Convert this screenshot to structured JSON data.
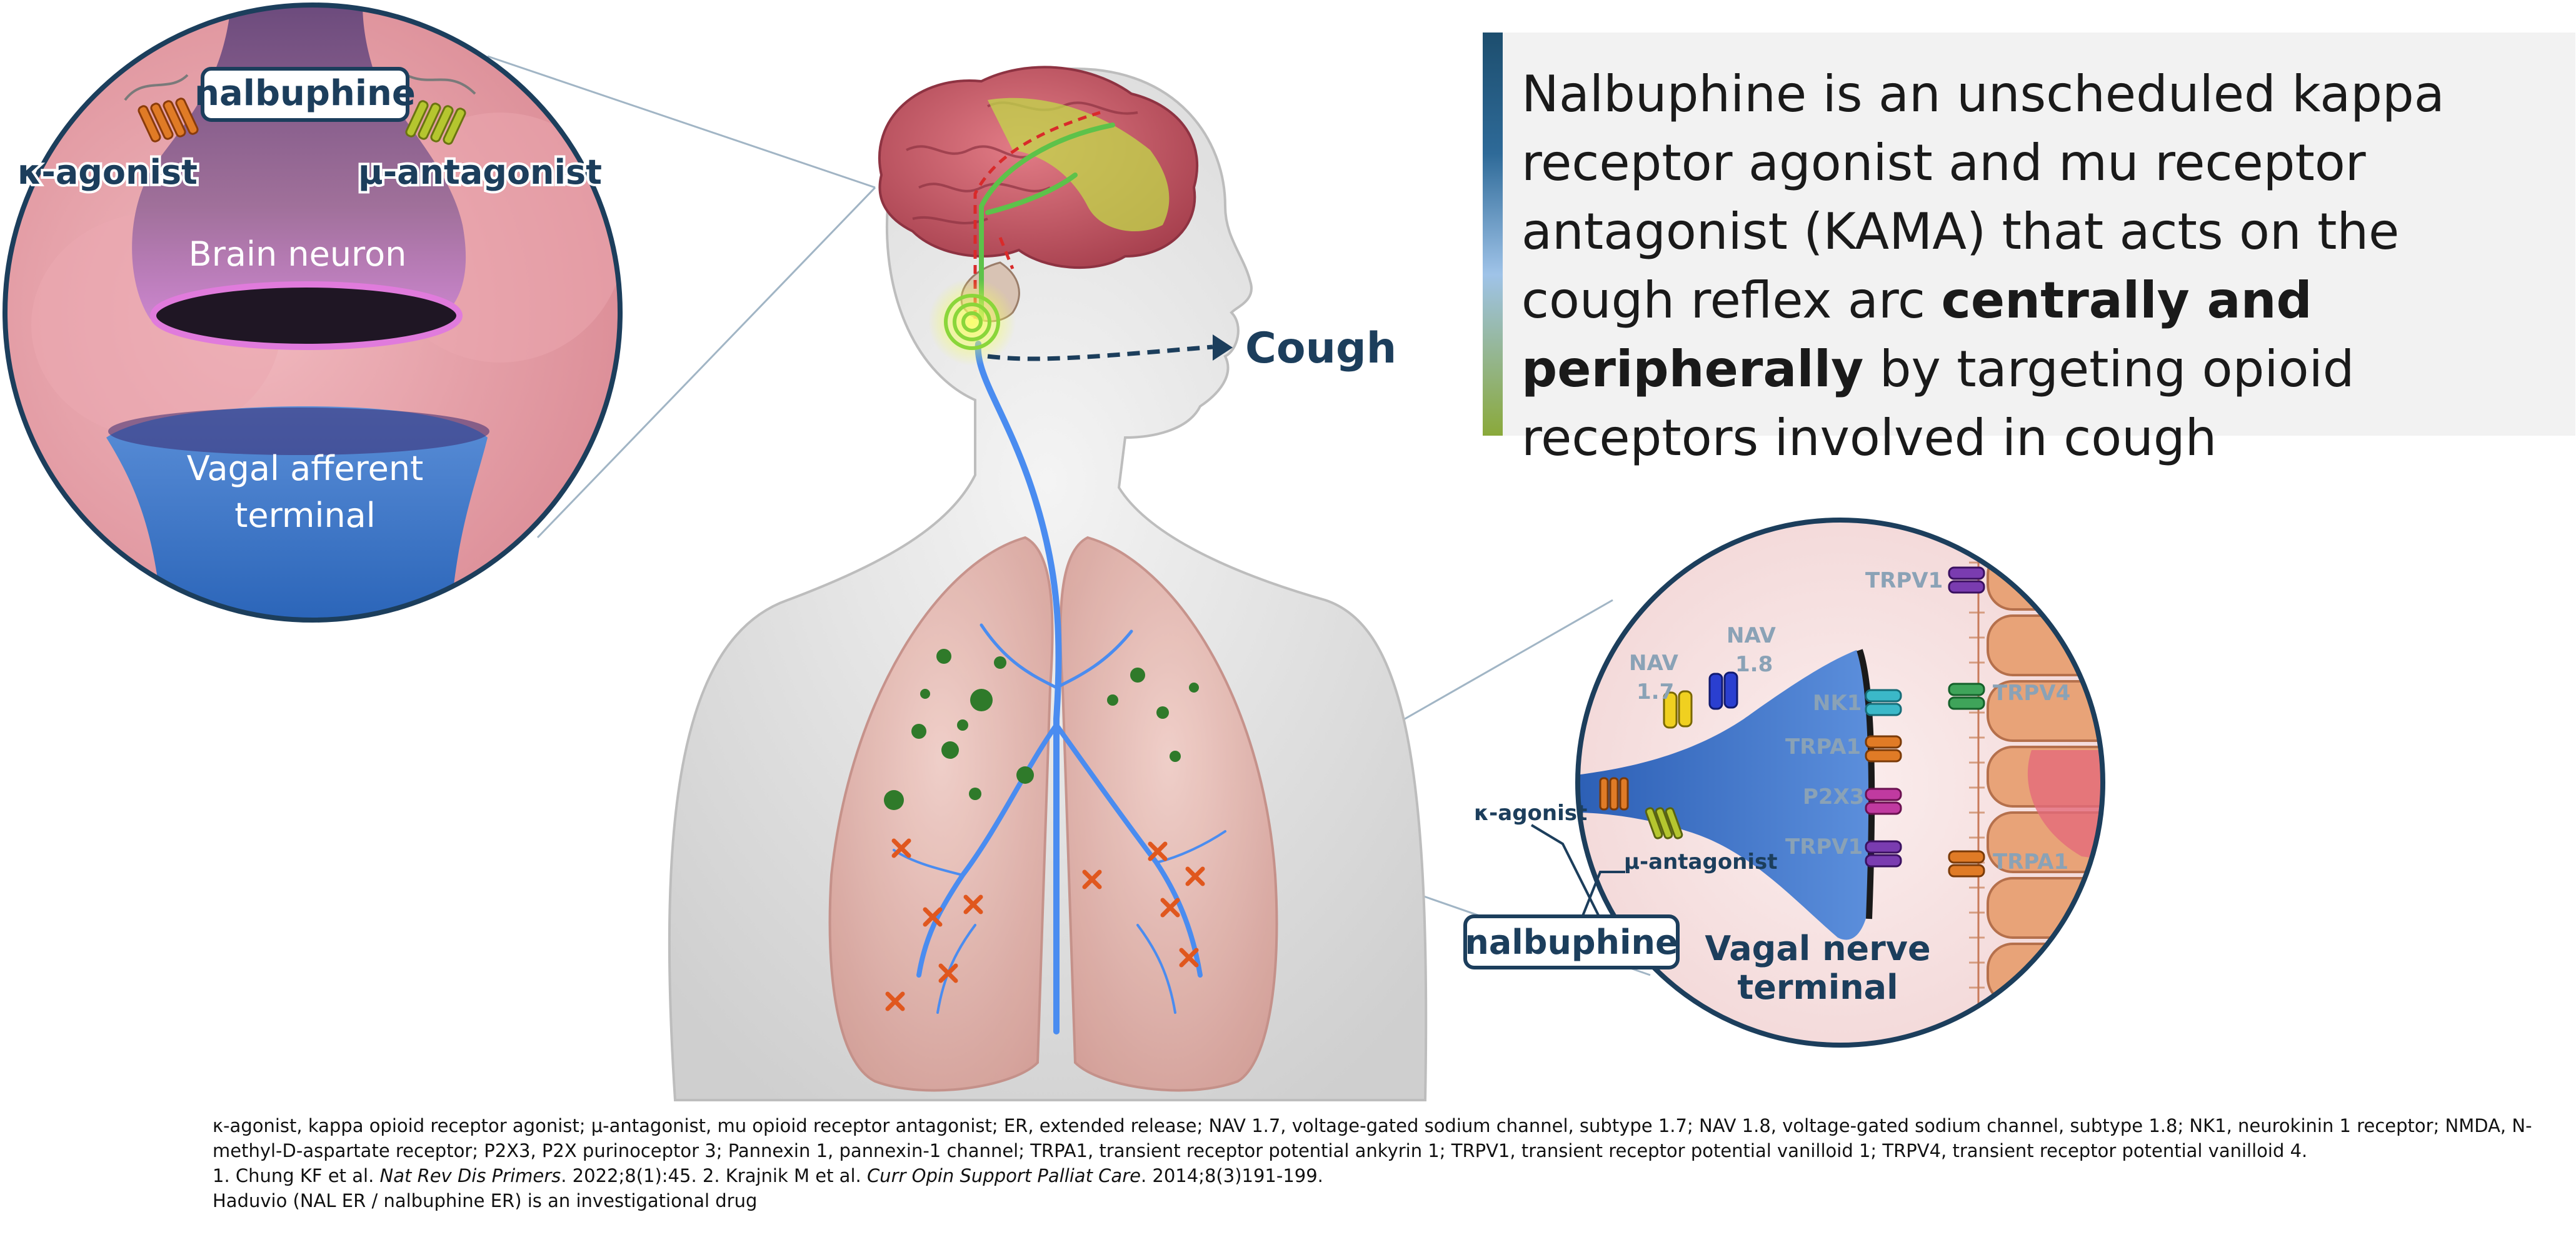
{
  "headline": {
    "part1": "Nalbuphine is an unscheduled kappa receptor agonist and mu receptor antagonist (KAMA) that acts on the cough reflex arc ",
    "bold": "centrally and peripherally",
    "part2": " by targeting opioid receptors involved in cough"
  },
  "brain_inset": {
    "drug_label": "nalbuphine",
    "kappa_label": "κ-agonist",
    "mu_label": "μ-antagonist",
    "neuron_label": "Brain neuron",
    "afferent_line1": "Vagal afferent",
    "afferent_line2": "terminal"
  },
  "body": {
    "cough_label": "Cough"
  },
  "vagal_inset": {
    "nav17_line1": "NAV",
    "nav17_line2": "1.7",
    "nav18_line1": "NAV",
    "nav18_line2": "1.8",
    "nk1": "NK1",
    "trpa1_inner": "TRPA1",
    "p2x3": "P2X3",
    "trpv1_inner": "TRPV1",
    "trpv1_outer": "TRPV1",
    "trpv4_outer": "TRPV4",
    "trpa1_outer": "TRPA1",
    "terminal_line1": "Vagal nerve",
    "terminal_line2": "terminal",
    "kappa_label": "κ-agonist",
    "mu_label": "μ-antagonist",
    "drug_label": "nalbuphine"
  },
  "footnotes": {
    "abbreviations": "κ-agonist, kappa opioid receptor agonist; μ-antagonist, mu opioid receptor antagonist; ER, extended release; NAV 1.7, voltage-gated sodium channel, subtype 1.7; NAV 1.8, voltage-gated sodium channel, subtype 1.8; NK1, neurokinin 1 receptor; NMDA, N-methyl-D-aspartate receptor; P2X3, P2X purinoceptor 3; Pannexin 1, pannexin-1 channel; TRPA1, transient receptor potential ankyrin 1; TRPV1, transient receptor potential vanilloid 1; TRPV4, transient receptor potential vanilloid 4.",
    "ref1_pre": "1. Chung KF et al. ",
    "ref1_journal": "Nat Rev Dis Primers",
    "ref1_post": ". 2022;8(1):45. 2. Krajnik M et al. ",
    "ref2_journal": "Curr Opin Support Palliat Care",
    "ref2_post": ". 2014;8(3)191-199.",
    "disclaimer": "Haduvio (NAL ER / nalbuphine ER) is an investigational drug"
  },
  "colors": {
    "navy": "#1c3e5c",
    "vagal_blue": "#3a72c4",
    "nerve_blue": "#4a8cf0",
    "brain_pink": "#c95a6a",
    "lung_pink": "#e9b9b0",
    "kappa_orange": "#e07b26",
    "mu_yellowgreen": "#b5c62f",
    "nk1_cyan": "#3bb8c8",
    "p2x3_magenta": "#c03aa0",
    "trpv1_purple": "#7a3cb0",
    "trpv4_green": "#3fa45a",
    "nodule_green": "#2f7a2a",
    "marker_orange": "#e0571e"
  }
}
